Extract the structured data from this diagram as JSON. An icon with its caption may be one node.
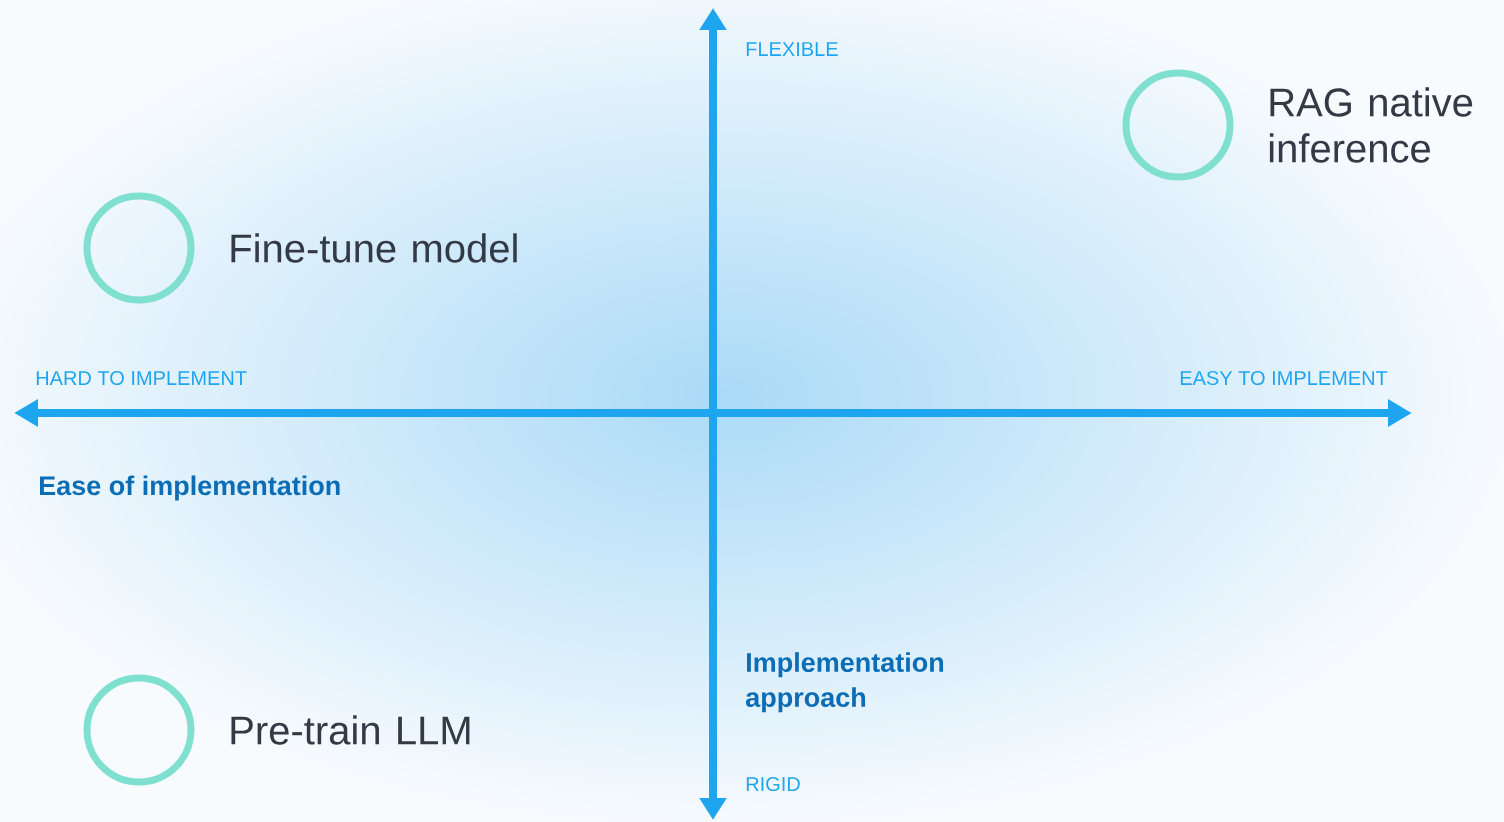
{
  "diagram": {
    "nodes": [
      {
        "text": [],
        "shape": "circle",
        "beside": [
          "RAG native inference"
        ]
      },
      {
        "text": [],
        "shape": "circle",
        "beside": [
          "Fine-tune model"
        ]
      },
      {
        "text": [],
        "shape": "circle",
        "beside": [
          "Pre-train LLM"
        ]
      }
    ],
    "labels": [
      "FLEXIBLE",
      "HARD TO IMPLEMENT",
      "EASY TO IMPLEMENT",
      "Ease of implementation",
      "Implementation approach",
      "RIGID"
    ]
  }
}
